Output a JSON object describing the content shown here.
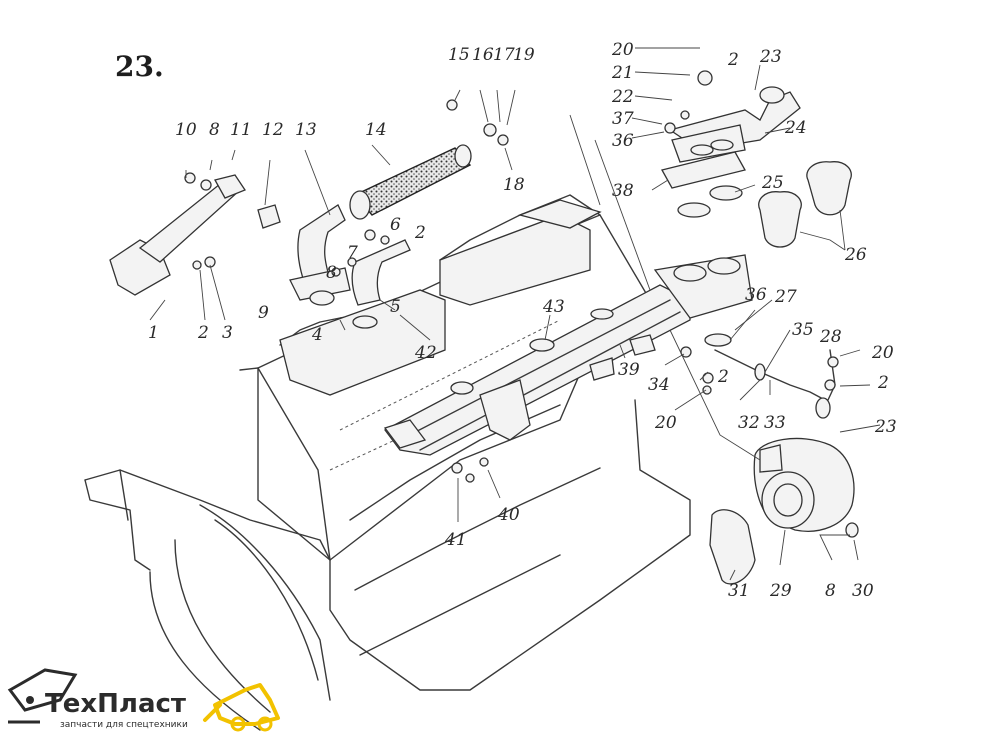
{
  "figure": {
    "number": "23."
  },
  "callouts": [
    "1",
    "2",
    "3",
    "4",
    "5",
    "6",
    "2",
    "7",
    "8",
    "9",
    "10",
    "8",
    "11",
    "12",
    "13",
    "14",
    "15",
    "16",
    "17",
    "19",
    "18",
    "20",
    "2",
    "21",
    "22",
    "23",
    "37",
    "24",
    "36",
    "38",
    "25",
    "26",
    "36",
    "27",
    "35",
    "28",
    "20",
    "2",
    "34",
    "39",
    "2",
    "20",
    "32",
    "33",
    "23",
    "42",
    "43",
    "41",
    "40",
    "31",
    "29",
    "8",
    "30"
  ],
  "logo": {
    "name": "ТехПласт",
    "tagline": "запчасти для спецтехники",
    "accent_color": "#f2c200"
  }
}
